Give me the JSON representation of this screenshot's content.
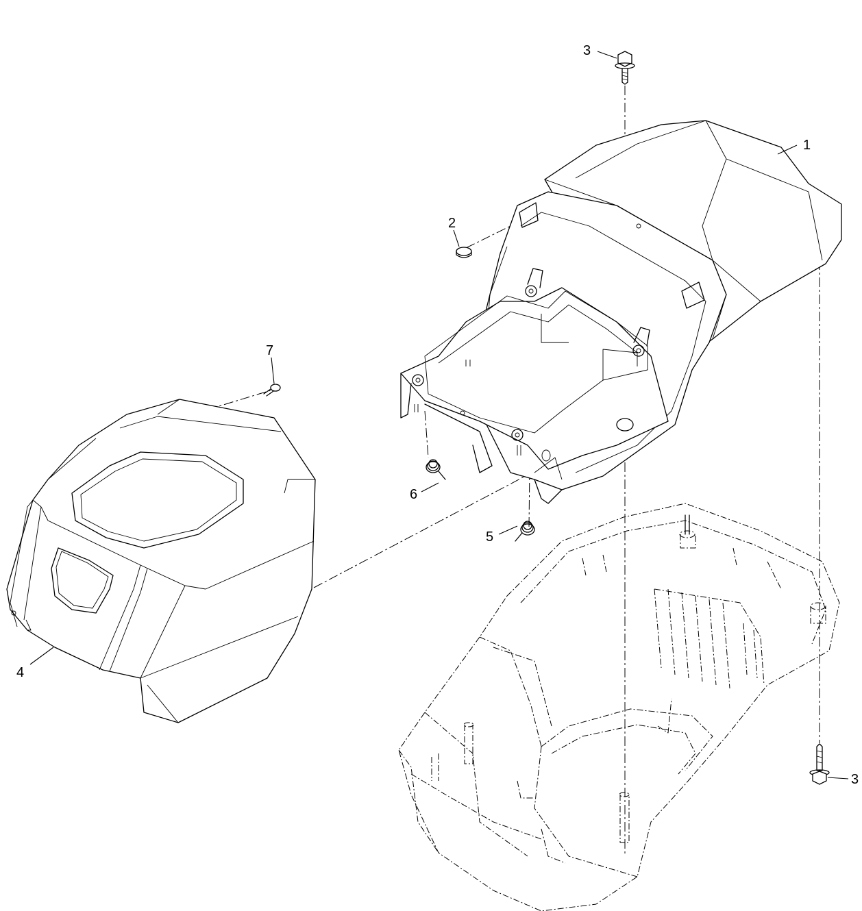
{
  "callouts": {
    "c1": "1",
    "c2": "2",
    "c3_top": "3",
    "c3_right": "3",
    "c4": "4",
    "c5": "5",
    "c6": "6",
    "c7": "7"
  }
}
